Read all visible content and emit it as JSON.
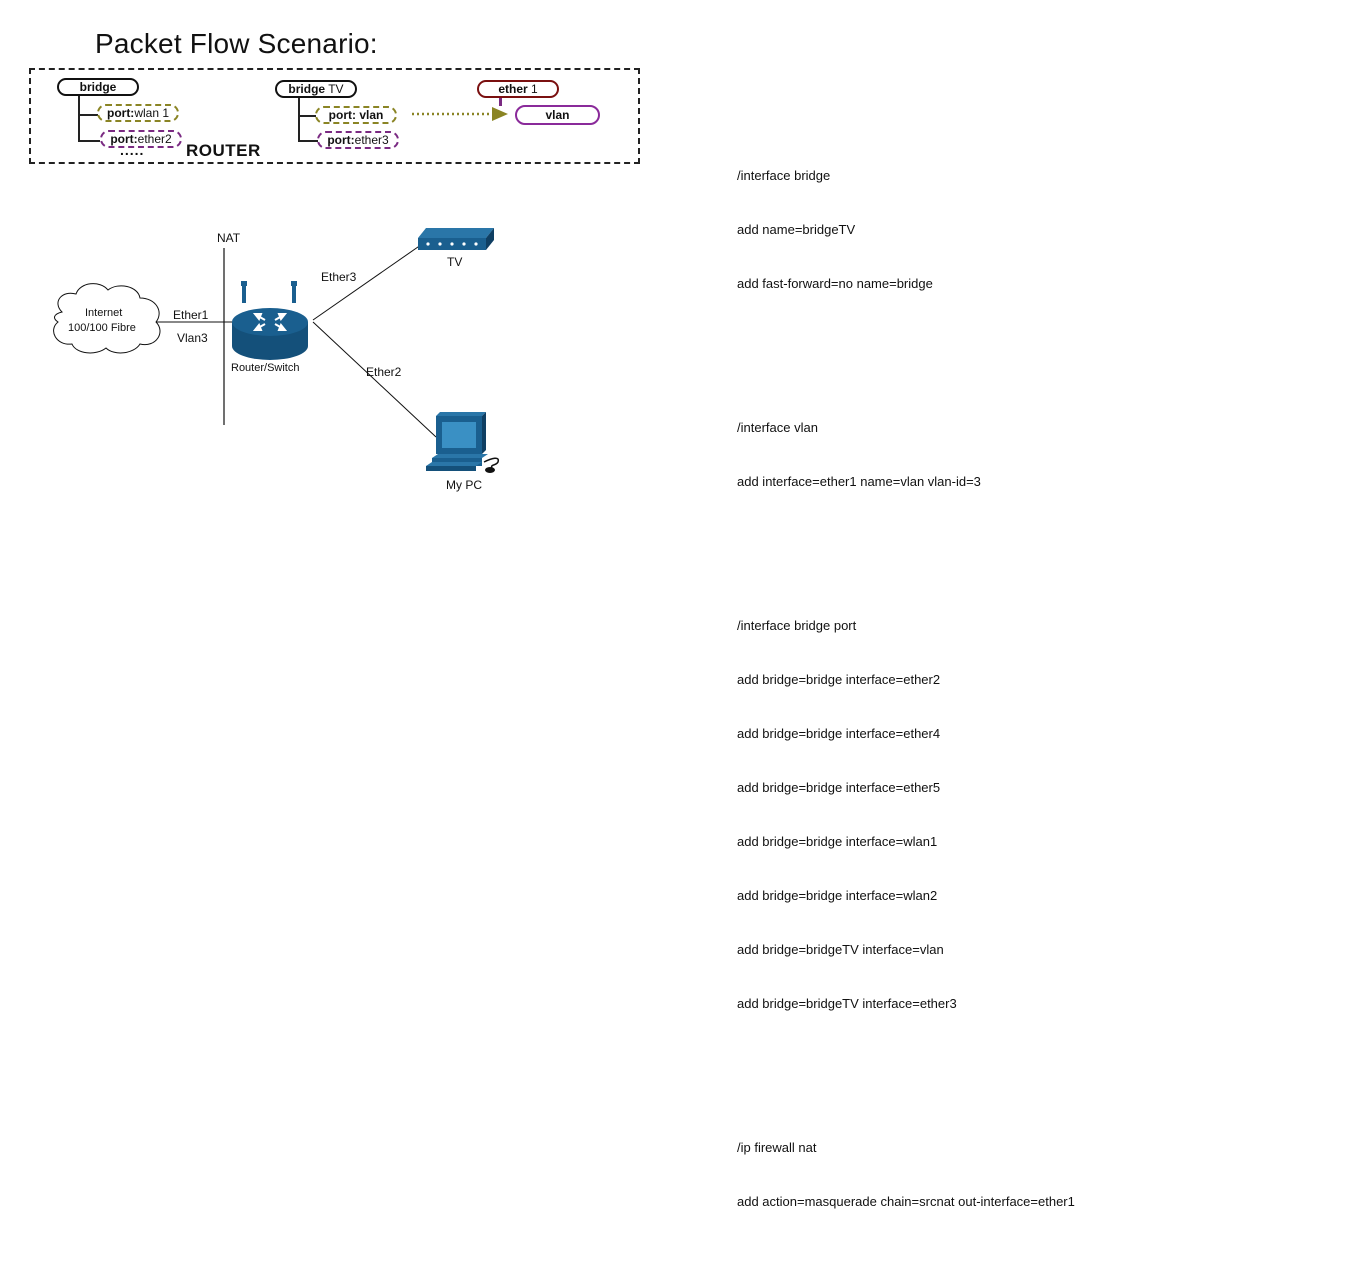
{
  "title": "Packet Flow Scenario:",
  "scenario": {
    "router_label": "ROUTER",
    "bridge1": {
      "name": "bridge",
      "port1_prefix": "port:",
      "port1_name": "wlan 1",
      "port2_prefix": "port:",
      "port2_name": "ether2",
      "more": "....."
    },
    "bridge2": {
      "name_bold": "bridge",
      "name_rest": "TV",
      "port1_prefix": "port:",
      "port1_name": "vlan",
      "port2_prefix": "port:",
      "port2_name": "ether3"
    },
    "ether1": {
      "bold": "ether",
      "rest": "1"
    },
    "vlan": "vlan"
  },
  "network": {
    "nat_label": "NAT",
    "cloud_line1": "Internet",
    "cloud_line2": "100/100 Fibre",
    "ether1_label": "Ether1",
    "vlan3_label": "Vlan3",
    "router_label": "Router/Switch",
    "ether3_label": "Ether3",
    "ether2_label": "Ether2",
    "tv_label": "TV",
    "pc_label": "My PC"
  },
  "colors": {
    "device_blue": "#1a5f8f",
    "olive": "#8a8424",
    "purple": "#7a2a82",
    "maroon": "#7a1010"
  },
  "config": {
    "blocks": [
      [
        "/interface bridge",
        "add name=bridgeTV",
        "add fast-forward=no name=bridge"
      ],
      [
        "/interface vlan",
        "add interface=ether1 name=vlan vlan-id=3"
      ],
      [
        "/interface bridge port",
        "add bridge=bridge interface=ether2",
        "add bridge=bridge interface=ether4",
        "add bridge=bridge interface=ether5",
        "add bridge=bridge interface=wlan1",
        "add bridge=bridge interface=wlan2",
        "add bridge=bridgeTV interface=vlan",
        "add bridge=bridgeTV interface=ether3"
      ],
      [
        "/ip firewall nat",
        "add action=masquerade chain=srcnat out-interface=ether1"
      ]
    ]
  }
}
